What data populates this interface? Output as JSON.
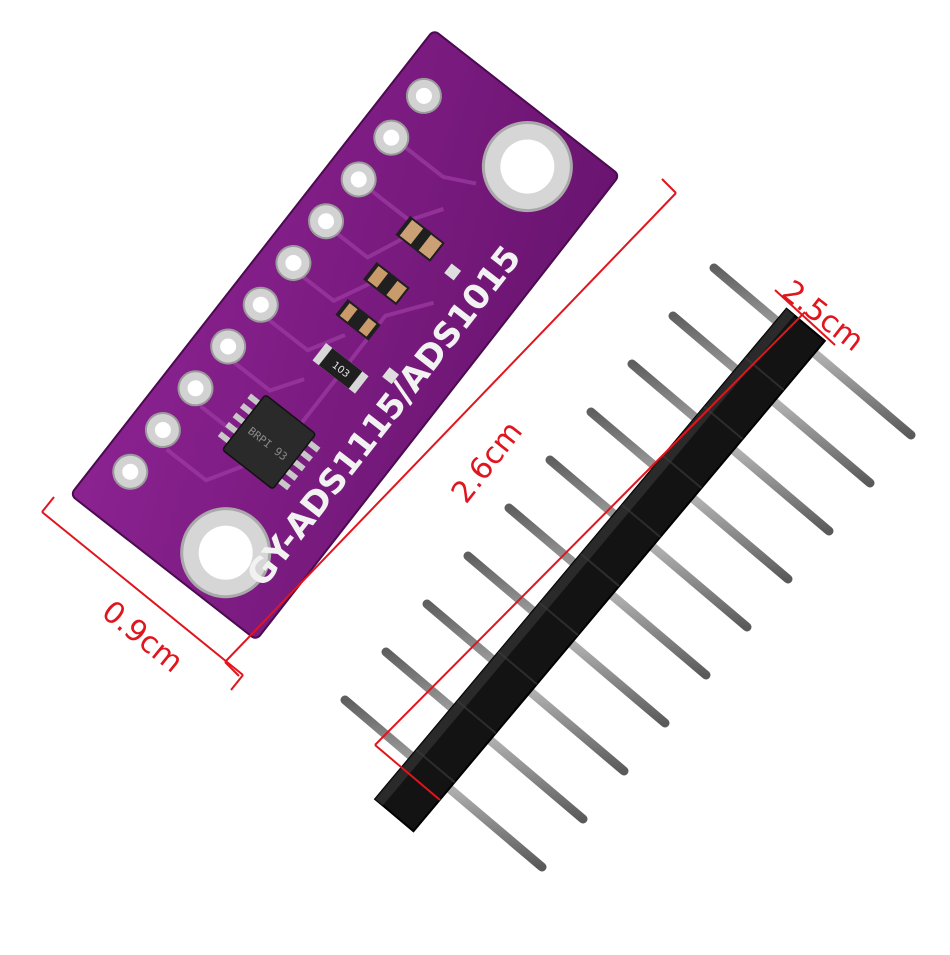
{
  "board": {
    "silkscreen_label": "GY-ADS1115/ADS1015",
    "resistor_marking": "103",
    "chip_marking": "BRPI 93",
    "pcb_color": "#7a1a7c",
    "pad_color": "#cfcfcf"
  },
  "dimensions": {
    "width_label": "0.9cm",
    "length_label": "2.6cm",
    "header_label": "2.5cm",
    "line_color": "#e0151d"
  },
  "header": {
    "pin_count": 10,
    "body_color": "#111111",
    "pin_color": "#8a8a8a"
  }
}
